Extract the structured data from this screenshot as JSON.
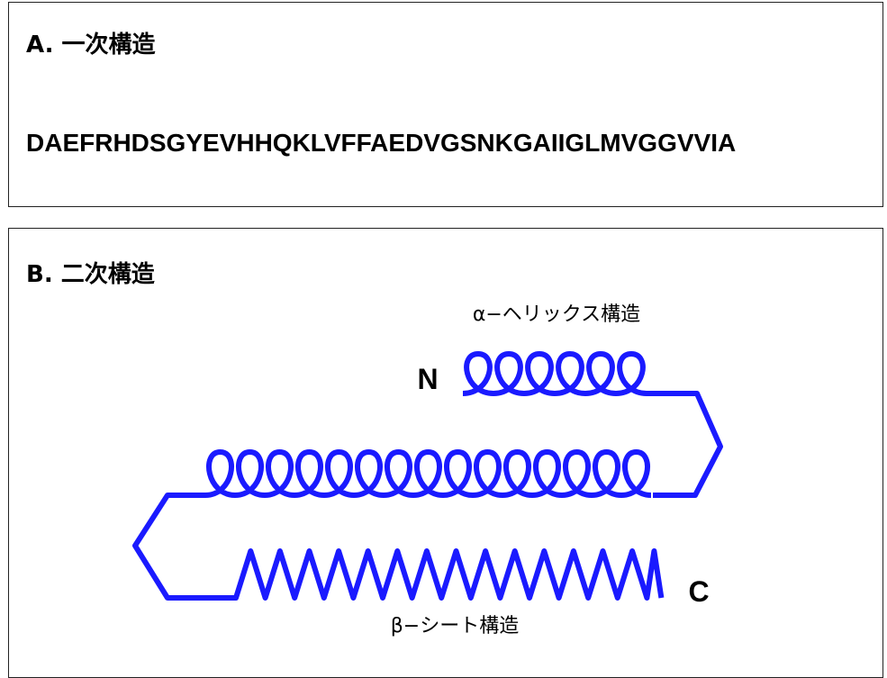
{
  "panel_a": {
    "heading": "A. 一次構造",
    "sequence": "DAEFRHDSGYEVHHQKLVFFAEDVGSNKGAIIGLMVGGVVIA"
  },
  "panel_b": {
    "heading": "B. 二次構造",
    "helix_label": "α−ヘリックス構造",
    "sheet_label": "β−シート構造",
    "n_terminus": "N",
    "c_terminus": "C",
    "structure_color": "#1a1aff"
  }
}
